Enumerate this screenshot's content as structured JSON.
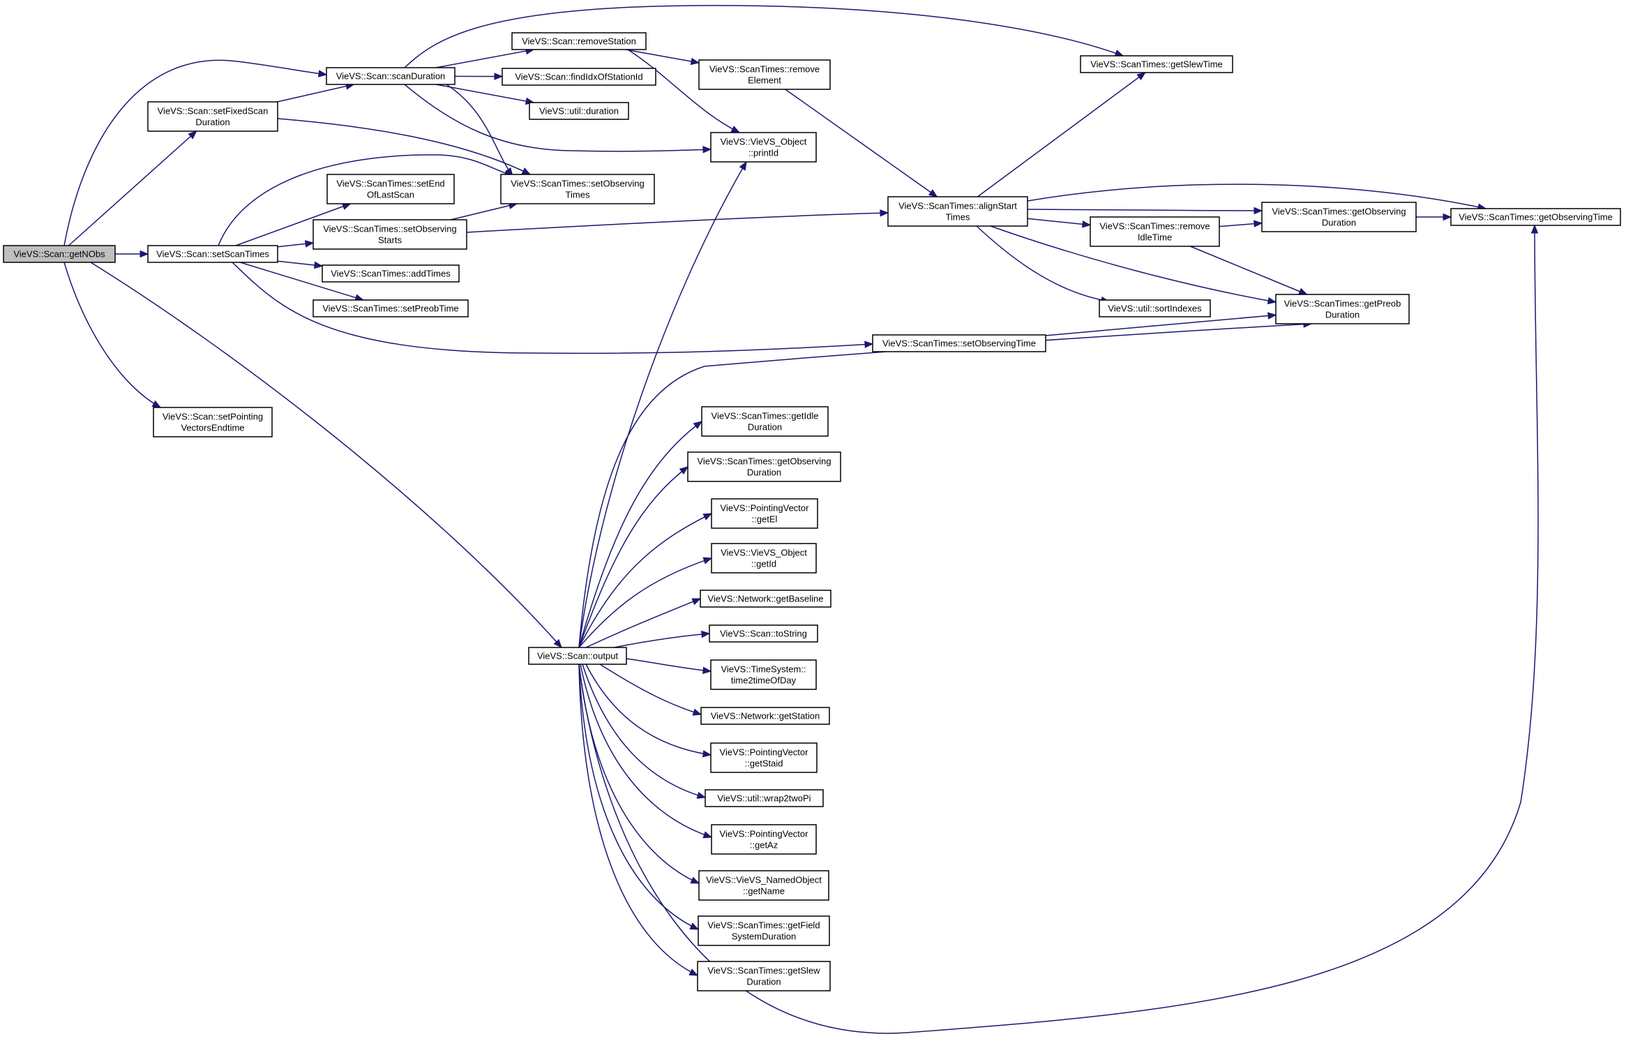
{
  "diagram": {
    "colors": {
      "edge": "#191970",
      "root_fill": "#bfbfbf",
      "node_fill": "#ffffff",
      "node_stroke": "#000000"
    },
    "nodes": [
      {
        "id": "getNObs",
        "lines": [
          "VieVS::Scan::getNObs"
        ],
        "root": true
      },
      {
        "id": "scanDuration",
        "lines": [
          "VieVS::Scan::scanDuration"
        ]
      },
      {
        "id": "setFixedScanDuration",
        "lines": [
          "VieVS::Scan::setFixedScan",
          "Duration"
        ]
      },
      {
        "id": "setScanTimes",
        "lines": [
          "VieVS::Scan::setScanTimes"
        ]
      },
      {
        "id": "setPointingVectorsEndtime",
        "lines": [
          "VieVS::Scan::setPointing",
          "VectorsEndtime"
        ]
      },
      {
        "id": "output",
        "lines": [
          "VieVS::Scan::output"
        ]
      },
      {
        "id": "removeStation",
        "lines": [
          "VieVS::Scan::removeStation"
        ]
      },
      {
        "id": "findIdx",
        "lines": [
          "VieVS::Scan::findIdxOfStationId"
        ]
      },
      {
        "id": "utilDuration",
        "lines": [
          "VieVS::util::duration"
        ]
      },
      {
        "id": "setObservingTimes",
        "lines": [
          "VieVS::ScanTimes::setObserving",
          "Times"
        ]
      },
      {
        "id": "setEndOfLastScan",
        "lines": [
          "VieVS::ScanTimes::setEnd",
          "OfLastScan"
        ]
      },
      {
        "id": "setObservingStarts",
        "lines": [
          "VieVS::ScanTimes::setObserving",
          "Starts"
        ]
      },
      {
        "id": "addTimes",
        "lines": [
          "VieVS::ScanTimes::addTimes"
        ]
      },
      {
        "id": "setPreobTime",
        "lines": [
          "VieVS::ScanTimes::setPreobTime"
        ]
      },
      {
        "id": "removeElement",
        "lines": [
          "VieVS::ScanTimes::remove",
          "Element"
        ]
      },
      {
        "id": "printId",
        "lines": [
          "VieVS::VieVS_Object",
          "::printId"
        ]
      },
      {
        "id": "alignStartTimes",
        "lines": [
          "VieVS::ScanTimes::alignStart",
          "Times"
        ]
      },
      {
        "id": "setObservingTime",
        "lines": [
          "VieVS::ScanTimes::setObservingTime"
        ]
      },
      {
        "id": "getSlewTime",
        "lines": [
          "VieVS::ScanTimes::getSlewTime"
        ]
      },
      {
        "id": "removeIdleTime",
        "lines": [
          "VieVS::ScanTimes::remove",
          "IdleTime"
        ]
      },
      {
        "id": "sortIndexes",
        "lines": [
          "VieVS::util::sortIndexes"
        ]
      },
      {
        "id": "getObservingDuration1",
        "lines": [
          "VieVS::ScanTimes::getObserving",
          "Duration"
        ]
      },
      {
        "id": "getPreobDuration",
        "lines": [
          "VieVS::ScanTimes::getPreob",
          "Duration"
        ]
      },
      {
        "id": "getObservingTime",
        "lines": [
          "VieVS::ScanTimes::getObservingTime"
        ]
      },
      {
        "id": "getIdleDuration",
        "lines": [
          "VieVS::ScanTimes::getIdle",
          "Duration"
        ]
      },
      {
        "id": "getObservingDuration2",
        "lines": [
          "VieVS::ScanTimes::getObserving",
          "Duration"
        ]
      },
      {
        "id": "getEl",
        "lines": [
          "VieVS::PointingVector",
          "::getEl"
        ]
      },
      {
        "id": "getId",
        "lines": [
          "VieVS::VieVS_Object",
          "::getId"
        ]
      },
      {
        "id": "getBaseline",
        "lines": [
          "VieVS::Network::getBaseline"
        ]
      },
      {
        "id": "toString",
        "lines": [
          "VieVS::Scan::toString"
        ]
      },
      {
        "id": "time2timeOfDay",
        "lines": [
          "VieVS::TimeSystem::",
          "time2timeOfDay"
        ]
      },
      {
        "id": "getStation",
        "lines": [
          "VieVS::Network::getStation"
        ]
      },
      {
        "id": "getStaid",
        "lines": [
          "VieVS::PointingVector",
          "::getStaid"
        ]
      },
      {
        "id": "wrap2twoPi",
        "lines": [
          "VieVS::util::wrap2twoPi"
        ]
      },
      {
        "id": "getAz",
        "lines": [
          "VieVS::PointingVector",
          "::getAz"
        ]
      },
      {
        "id": "getName",
        "lines": [
          "VieVS::VieVS_NamedObject",
          "::getName"
        ]
      },
      {
        "id": "getFieldSystemDuration",
        "lines": [
          "VieVS::ScanTimes::getField",
          "SystemDuration"
        ]
      },
      {
        "id": "getSlewDuration",
        "lines": [
          "VieVS::ScanTimes::getSlew",
          "Duration"
        ]
      }
    ],
    "edges": [
      [
        "getNObs",
        "scanDuration"
      ],
      [
        "getNObs",
        "setFixedScanDuration"
      ],
      [
        "getNObs",
        "setScanTimes"
      ],
      [
        "getNObs",
        "setPointingVectorsEndtime"
      ],
      [
        "getNObs",
        "output"
      ],
      [
        "scanDuration",
        "removeStation"
      ],
      [
        "scanDuration",
        "findIdx"
      ],
      [
        "scanDuration",
        "utilDuration"
      ],
      [
        "scanDuration",
        "setObservingTimes"
      ],
      [
        "scanDuration",
        "printId"
      ],
      [
        "scanDuration",
        "getSlewTime"
      ],
      [
        "setFixedScanDuration",
        "scanDuration"
      ],
      [
        "setFixedScanDuration",
        "setObservingTimes"
      ],
      [
        "setScanTimes",
        "setObservingTimes"
      ],
      [
        "setScanTimes",
        "setEndOfLastScan"
      ],
      [
        "setScanTimes",
        "setObservingStarts"
      ],
      [
        "setScanTimes",
        "addTimes"
      ],
      [
        "setScanTimes",
        "setPreobTime"
      ],
      [
        "setScanTimes",
        "setObservingTime"
      ],
      [
        "setObservingStarts",
        "setObservingTimes"
      ],
      [
        "setObservingStarts",
        "alignStartTimes"
      ],
      [
        "removeStation",
        "removeElement"
      ],
      [
        "removeStation",
        "printId"
      ],
      [
        "removeElement",
        "alignStartTimes"
      ],
      [
        "alignStartTimes",
        "getSlewTime"
      ],
      [
        "alignStartTimes",
        "getObservingTime"
      ],
      [
        "alignStartTimes",
        "getObservingDuration1"
      ],
      [
        "alignStartTimes",
        "removeIdleTime"
      ],
      [
        "alignStartTimes",
        "sortIndexes"
      ],
      [
        "alignStartTimes",
        "getPreobDuration"
      ],
      [
        "removeIdleTime",
        "getObservingDuration1"
      ],
      [
        "removeIdleTime",
        "getPreobDuration"
      ],
      [
        "getObservingDuration1",
        "getObservingTime"
      ],
      [
        "setObservingTime",
        "getPreobDuration"
      ],
      [
        "output",
        "printId"
      ],
      [
        "output",
        "getPreobDuration"
      ],
      [
        "output",
        "getIdleDuration"
      ],
      [
        "output",
        "getObservingDuration2"
      ],
      [
        "output",
        "getEl"
      ],
      [
        "output",
        "getId"
      ],
      [
        "output",
        "getBaseline"
      ],
      [
        "output",
        "toString"
      ],
      [
        "output",
        "time2timeOfDay"
      ],
      [
        "output",
        "getStation"
      ],
      [
        "output",
        "getStaid"
      ],
      [
        "output",
        "wrap2twoPi"
      ],
      [
        "output",
        "getAz"
      ],
      [
        "output",
        "getName"
      ],
      [
        "output",
        "getFieldSystemDuration"
      ],
      [
        "output",
        "getSlewDuration"
      ],
      [
        "output",
        "getObservingTime"
      ]
    ]
  }
}
